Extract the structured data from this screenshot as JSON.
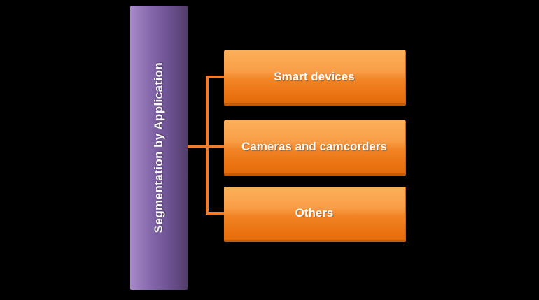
{
  "diagram": {
    "root_label": "Segmentation by Application",
    "items": [
      {
        "label": "Smart devices"
      },
      {
        "label": "Cameras and camcorders"
      },
      {
        "label": "Others"
      }
    ],
    "colors": {
      "background": "#000000",
      "root_purple_light": "#a98ccb",
      "root_purple_dark": "#543c6c",
      "child_orange_light": "#fcb05a",
      "child_orange_dark": "#e66c0a",
      "connector": "#ed7d31",
      "text": "#ffffff"
    }
  }
}
